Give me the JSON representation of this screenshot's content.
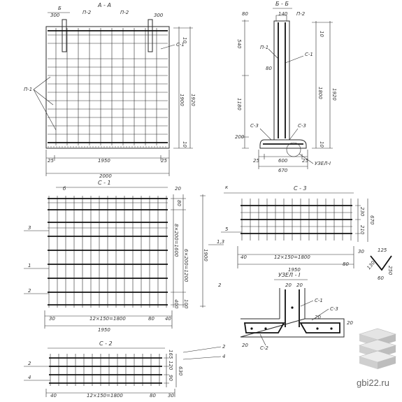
{
  "watermark": "gbi22.ru",
  "panel_front": {
    "title": "А - А",
    "labels": {
      "b_mark": "Б",
      "p2a": "П-2",
      "p2b": "П-2",
      "s1": "С-1",
      "p1": "П-1",
      "d300a": "300",
      "d300b": "300",
      "d10t": "10",
      "d1900": "1900",
      "d1920": "1920",
      "d10b": "10",
      "d25l": "25",
      "d1950": "1950",
      "d25r": "25",
      "d2000": "2000"
    }
  },
  "panel_section": {
    "title": "Б - Б",
    "labels": {
      "d140": "140",
      "d80": "80",
      "p2": "П-2",
      "d540": "540",
      "p1": "П-1",
      "d80b": "80",
      "s1": "С-1",
      "d1180": "1180",
      "d10": "10",
      "d1800": "1800",
      "d1920": "1920",
      "s3": "С-3",
      "s3b": "С-3",
      "d200": "200",
      "d10b": "10",
      "d25": "25",
      "d600": "600",
      "d25r": "25",
      "d670": "670",
      "node": "УЗЕЛ-I"
    }
  },
  "mesh_s1": {
    "title": "С - 1",
    "labels": {
      "b": "б",
      "n3": "3",
      "n1": "1",
      "n2": "2",
      "d20": "20",
      "d80": "80",
      "d1600": "8×200=1600",
      "d1200": "6×200=1200",
      "d400": "400",
      "d100": "100",
      "d1900": "1900",
      "d1_3": "1,3",
      "n2r": "2",
      "d30": "30",
      "d1800": "12×150=1800",
      "d80b": "80",
      "d40": "40",
      "d1950": "1950"
    }
  },
  "mesh_s3": {
    "title": "С - 3",
    "labels": {
      "k": "к",
      "n5": "5",
      "d40": "40",
      "d1800": "12×150=1800",
      "d30": "30",
      "d80": "80",
      "d1950": "1950",
      "d230": "230",
      "d210": "210",
      "d670": "670",
      "d125": "125",
      "d130": "130",
      "d250": "250",
      "d60": "60"
    }
  },
  "mesh_s2": {
    "title": "С - 2",
    "labels": {
      "n2": "2",
      "n4": "4",
      "n2r": "2",
      "n4r": "4",
      "d165": "165",
      "d120": "120",
      "d90": "90",
      "d630": "630",
      "d30": "30",
      "d40": "40",
      "d1800": "12×150=1800",
      "d80": "80"
    }
  },
  "node_detail": {
    "title": "УЗЕЛ - I",
    "labels": {
      "d20a": "20",
      "d20b": "20",
      "s1": "С-1",
      "s3": "С-3",
      "d20c": "20",
      "d20d": "20",
      "d20e": "20",
      "s2": "С-2"
    }
  }
}
